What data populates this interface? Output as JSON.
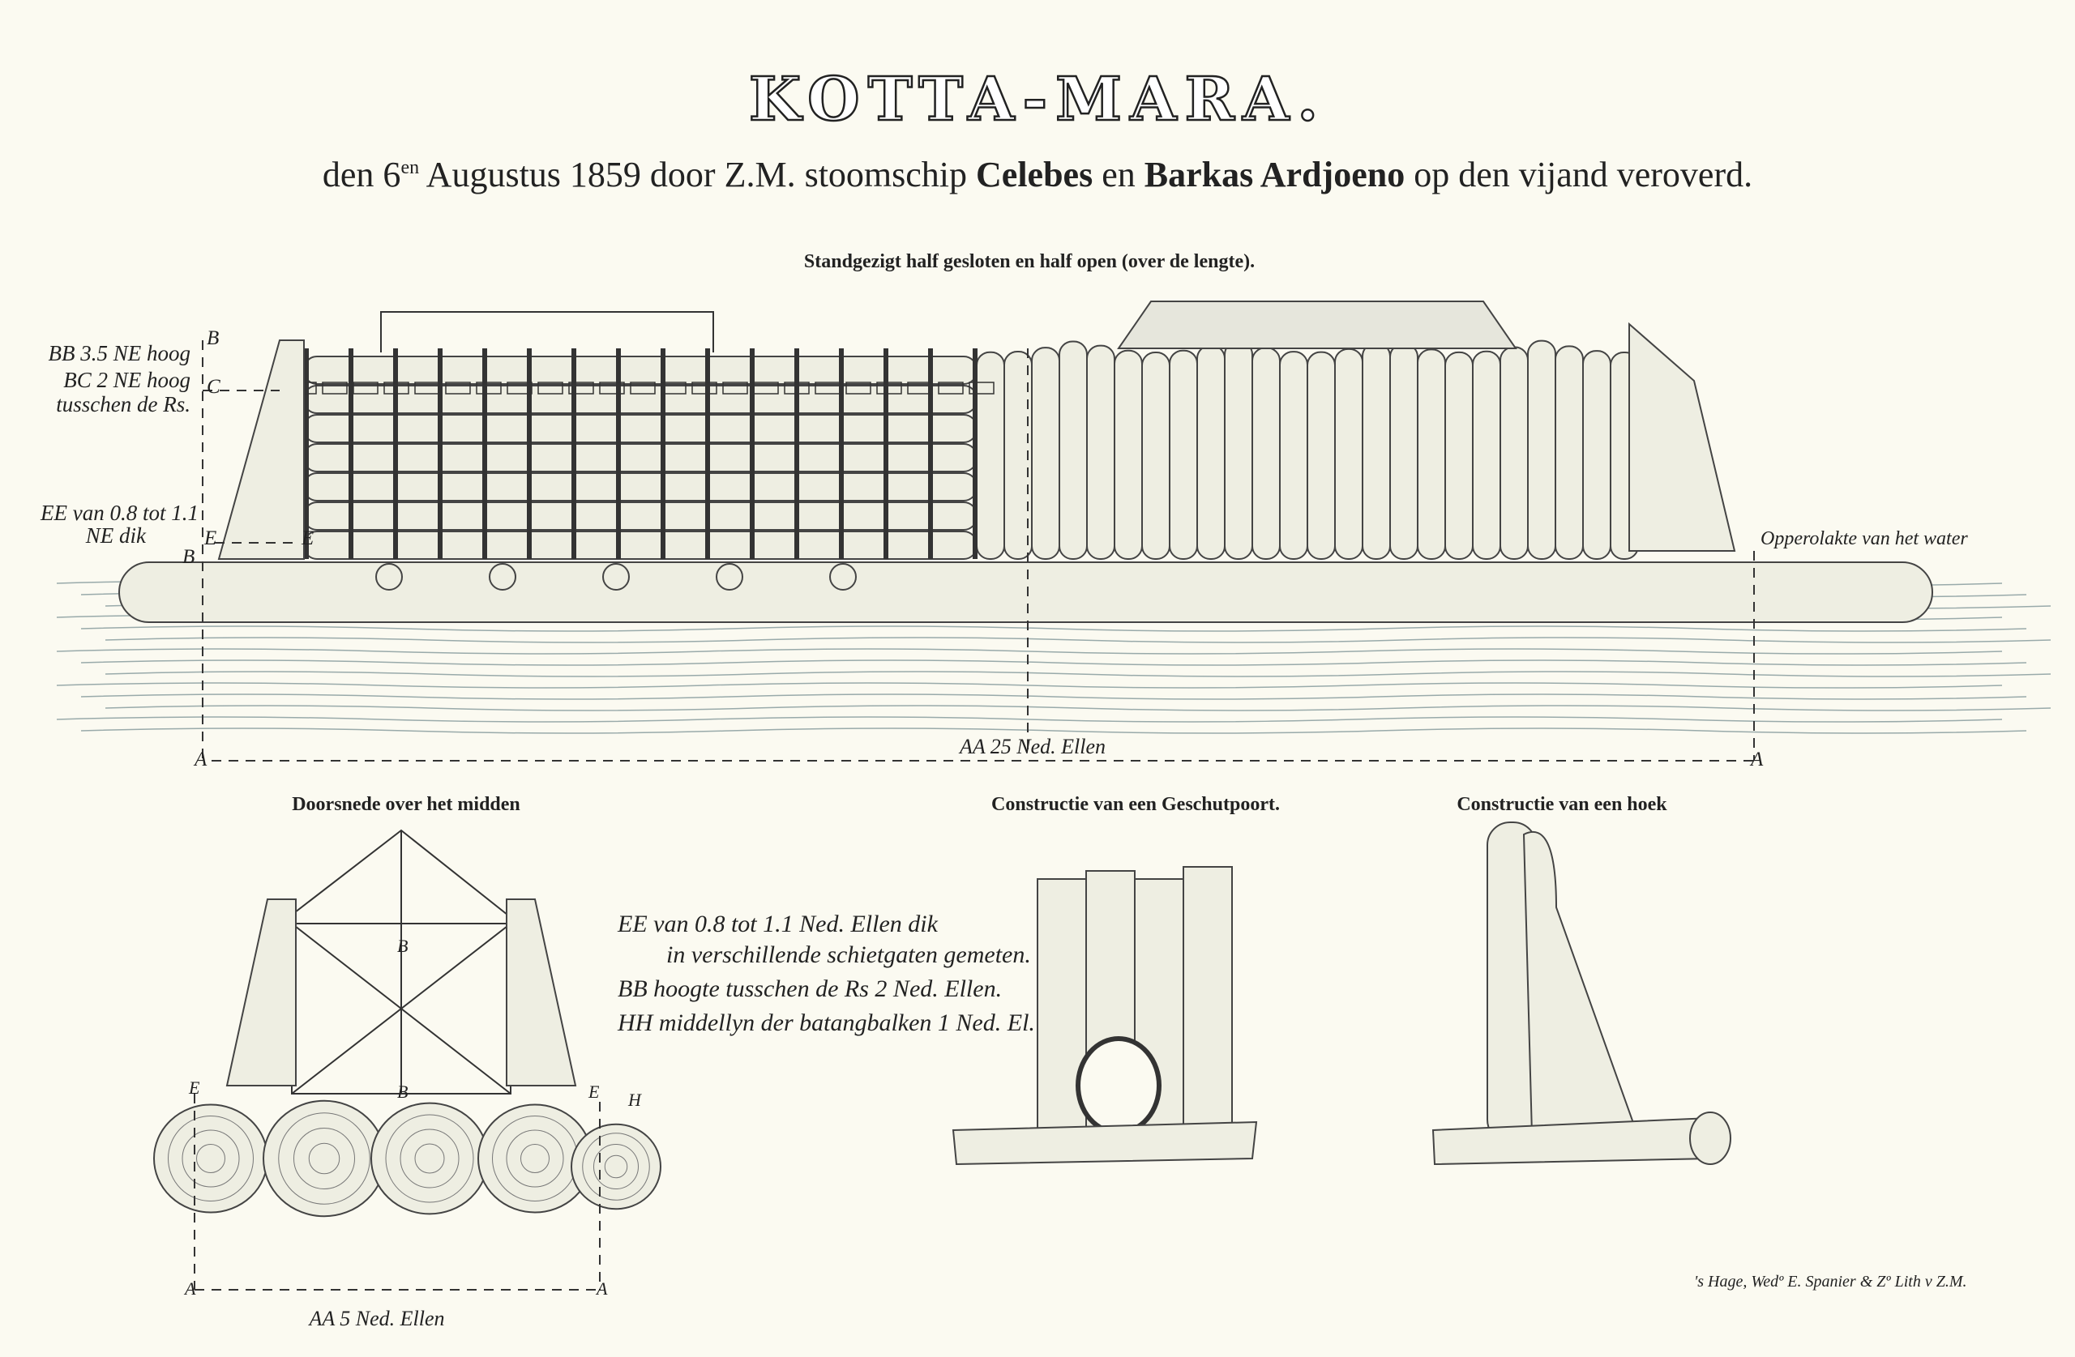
{
  "title": "KOTTA-MARA.",
  "subtitle": {
    "part1": "den 6",
    "sup": "en",
    "part2": " Augustus 1859 door Z.M. stoomschip ",
    "ship": "Celebes",
    "part3": " en ",
    "boat": "Barkas Ardjoeno",
    "part4": " op den vijand veroverd."
  },
  "elevation": {
    "caption": "Standgezigt half gesloten en half open (over de lengte).",
    "notes": [
      "BB 3.5 NE hoog",
      "BC 2 NE hoog",
      "tusschen de Rs.",
      "EE van 0.8 tot 1.1",
      "NE dik"
    ],
    "water_label": "Opperolakte van het water",
    "dimension": "AA 25 Ned. Ellen",
    "letters": {
      "a": "A",
      "b": "B",
      "c": "C",
      "e": "E"
    }
  },
  "section": {
    "caption": "Doorsnede over het midden",
    "dimension": "AA 5 Ned. Ellen",
    "letters": {
      "a": "A",
      "b": "B",
      "e": "E",
      "h": "H"
    }
  },
  "legend": [
    "EE  van 0.8 tot 1.1 Ned. Ellen dik",
    "in verschillende schietgaten gemeten.",
    "BB  hoogte tusschen de Rs 2 Ned. Ellen.",
    "HH  middellyn der batangbalken 1 Ned. El."
  ],
  "gunport": {
    "caption": "Constructie van een Geschutpoort."
  },
  "corner": {
    "caption": "Constructie van een hoek"
  },
  "credit": "'s Hage, Wedº E. Spanier & Zº Lith v Z.M."
}
